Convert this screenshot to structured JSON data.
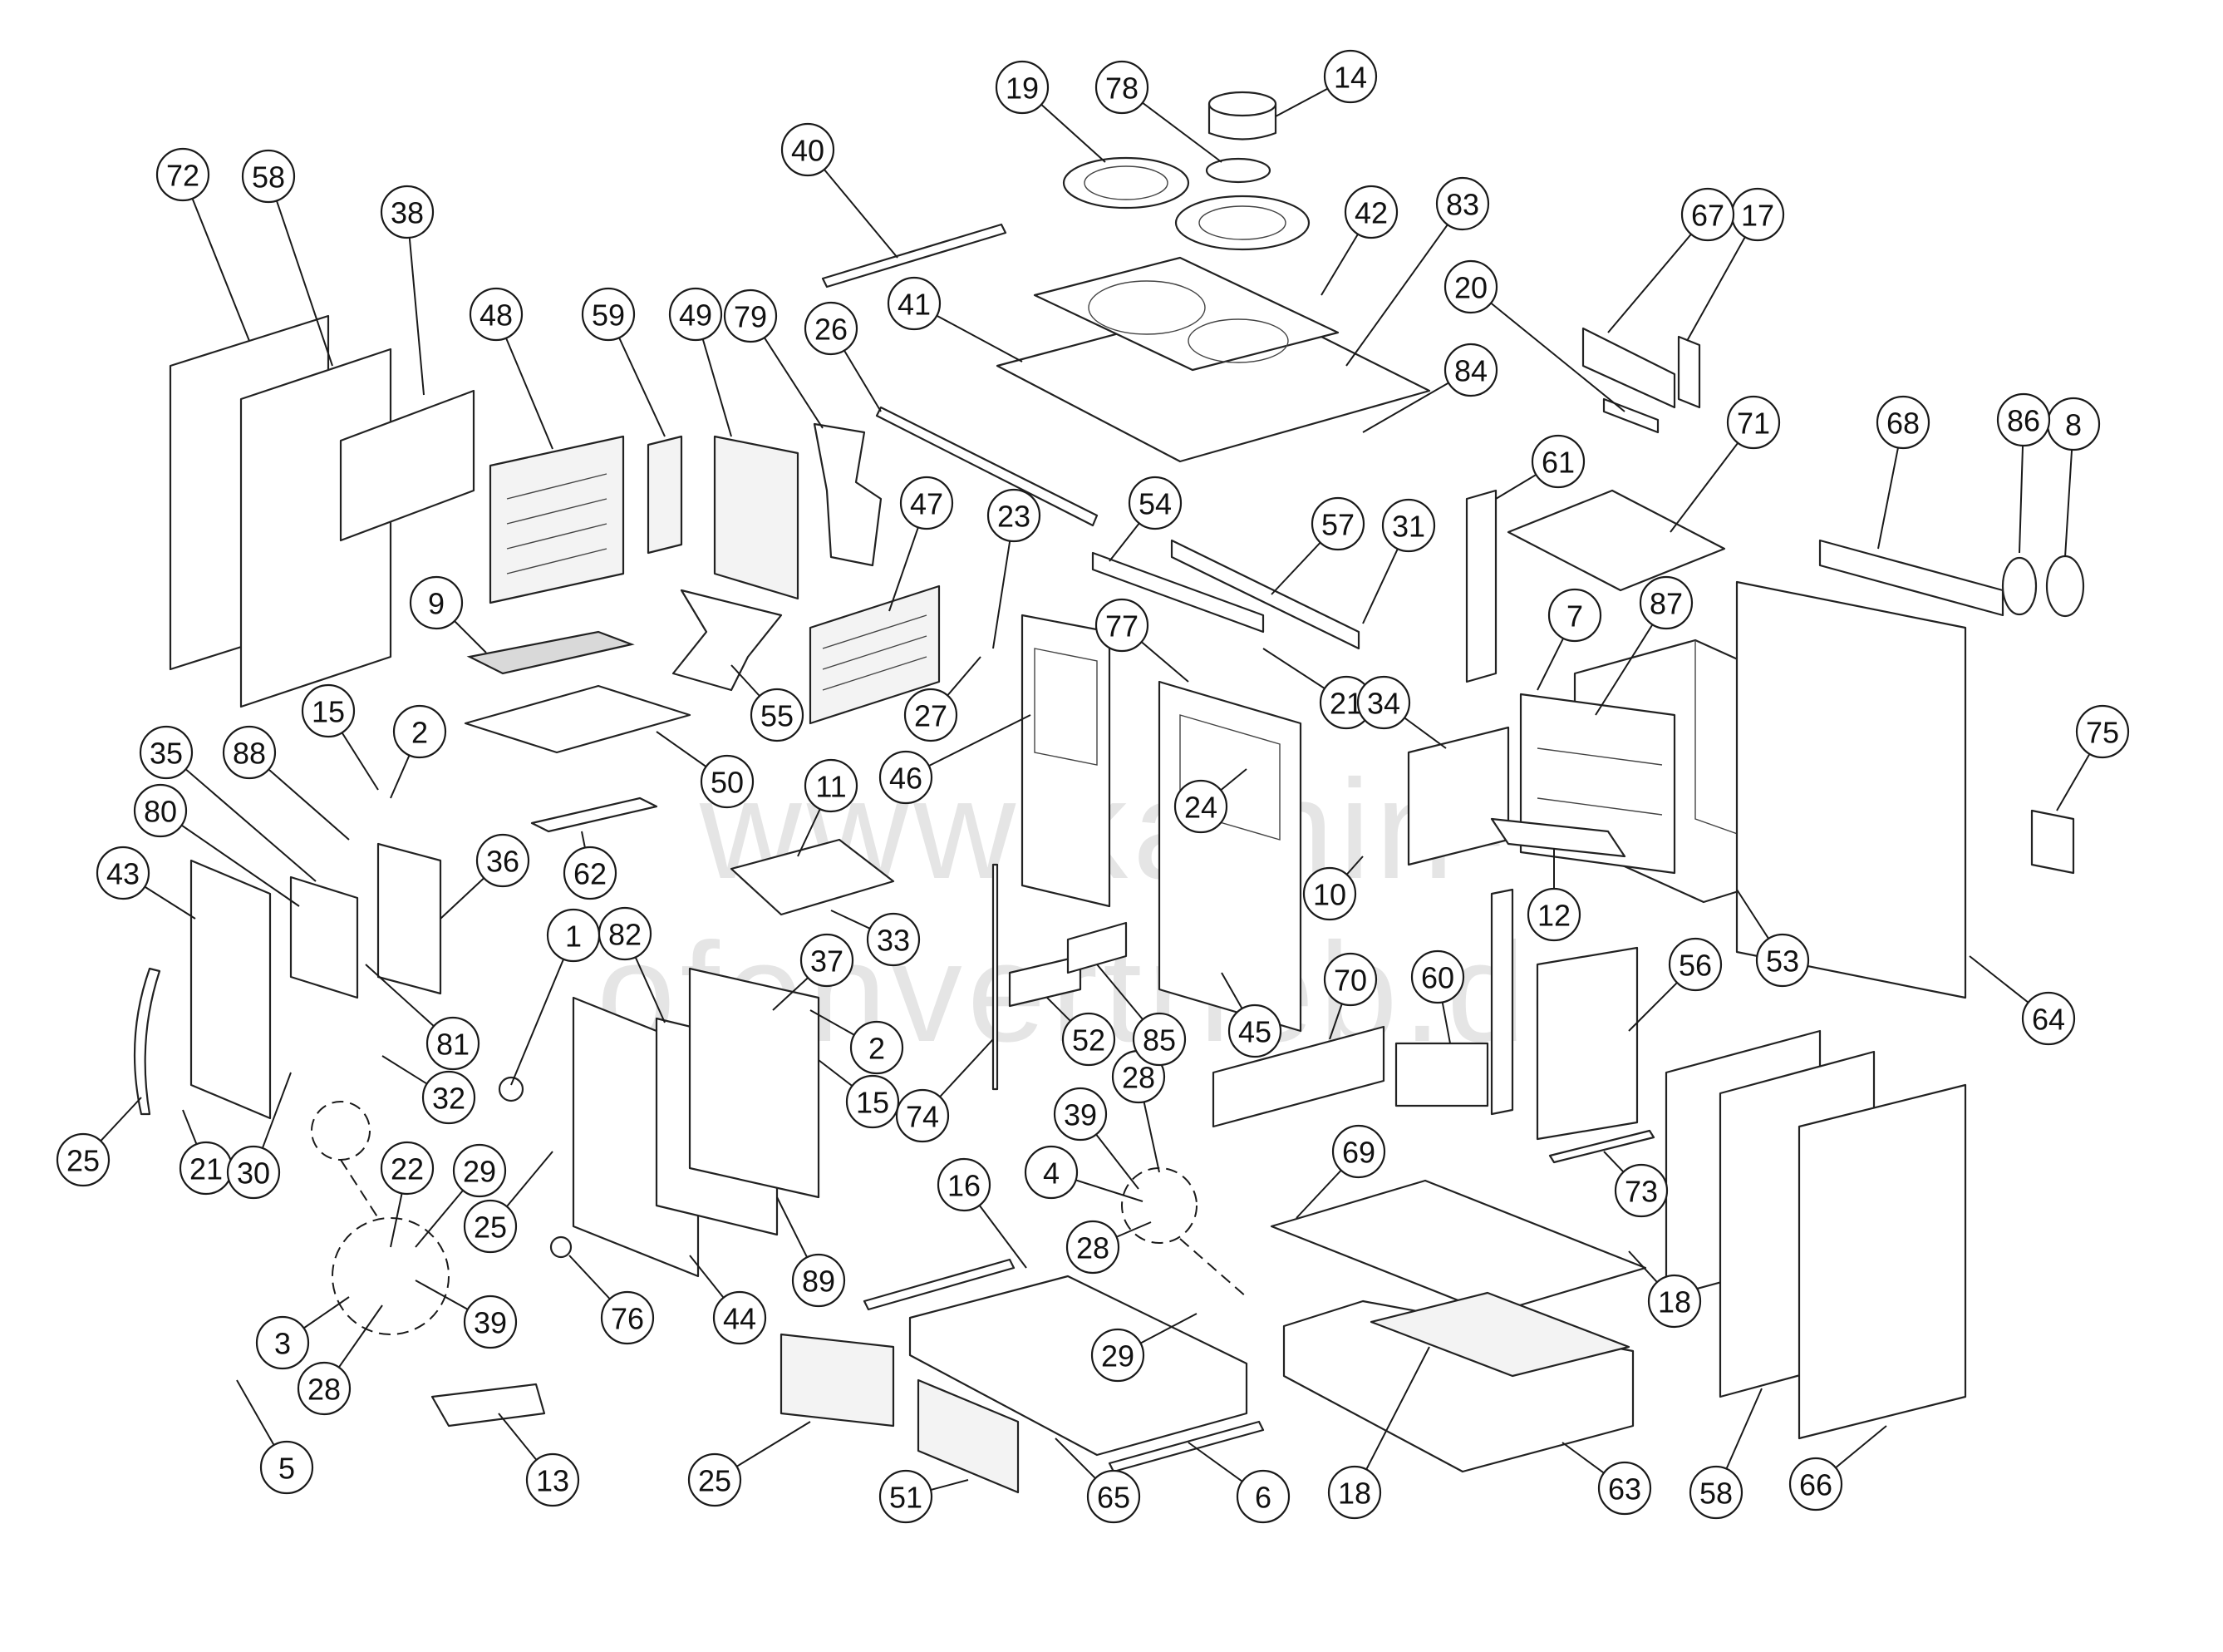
{
  "watermark": "www.kamin-ofenvertrieb.de",
  "colors": {
    "line": "#222222",
    "watermark": "#d0d0d0",
    "background": "#ffffff"
  },
  "callouts": [
    "1",
    "2",
    "3",
    "4",
    "5",
    "6",
    "7",
    "8",
    "9",
    "10",
    "11",
    "12",
    "13",
    "14",
    "15",
    "16",
    "17",
    "18",
    "19",
    "20",
    "21",
    "22",
    "23",
    "24",
    "25",
    "26",
    "27",
    "28",
    "29",
    "30",
    "31",
    "32",
    "33",
    "34",
    "35",
    "36",
    "37",
    "38",
    "39",
    "40",
    "41",
    "42",
    "43",
    "44",
    "45",
    "46",
    "47",
    "48",
    "49",
    "50",
    "51",
    "52",
    "53",
    "54",
    "55",
    "56",
    "57",
    "58",
    "59",
    "60",
    "61",
    "62",
    "63",
    "64",
    "65",
    "66",
    "67",
    "68",
    "69",
    "70",
    "71",
    "72",
    "73",
    "74",
    "75",
    "76",
    "77",
    "78",
    "79",
    "80",
    "81",
    "82",
    "83",
    "84",
    "85",
    "86",
    "87",
    "88",
    "89"
  ]
}
